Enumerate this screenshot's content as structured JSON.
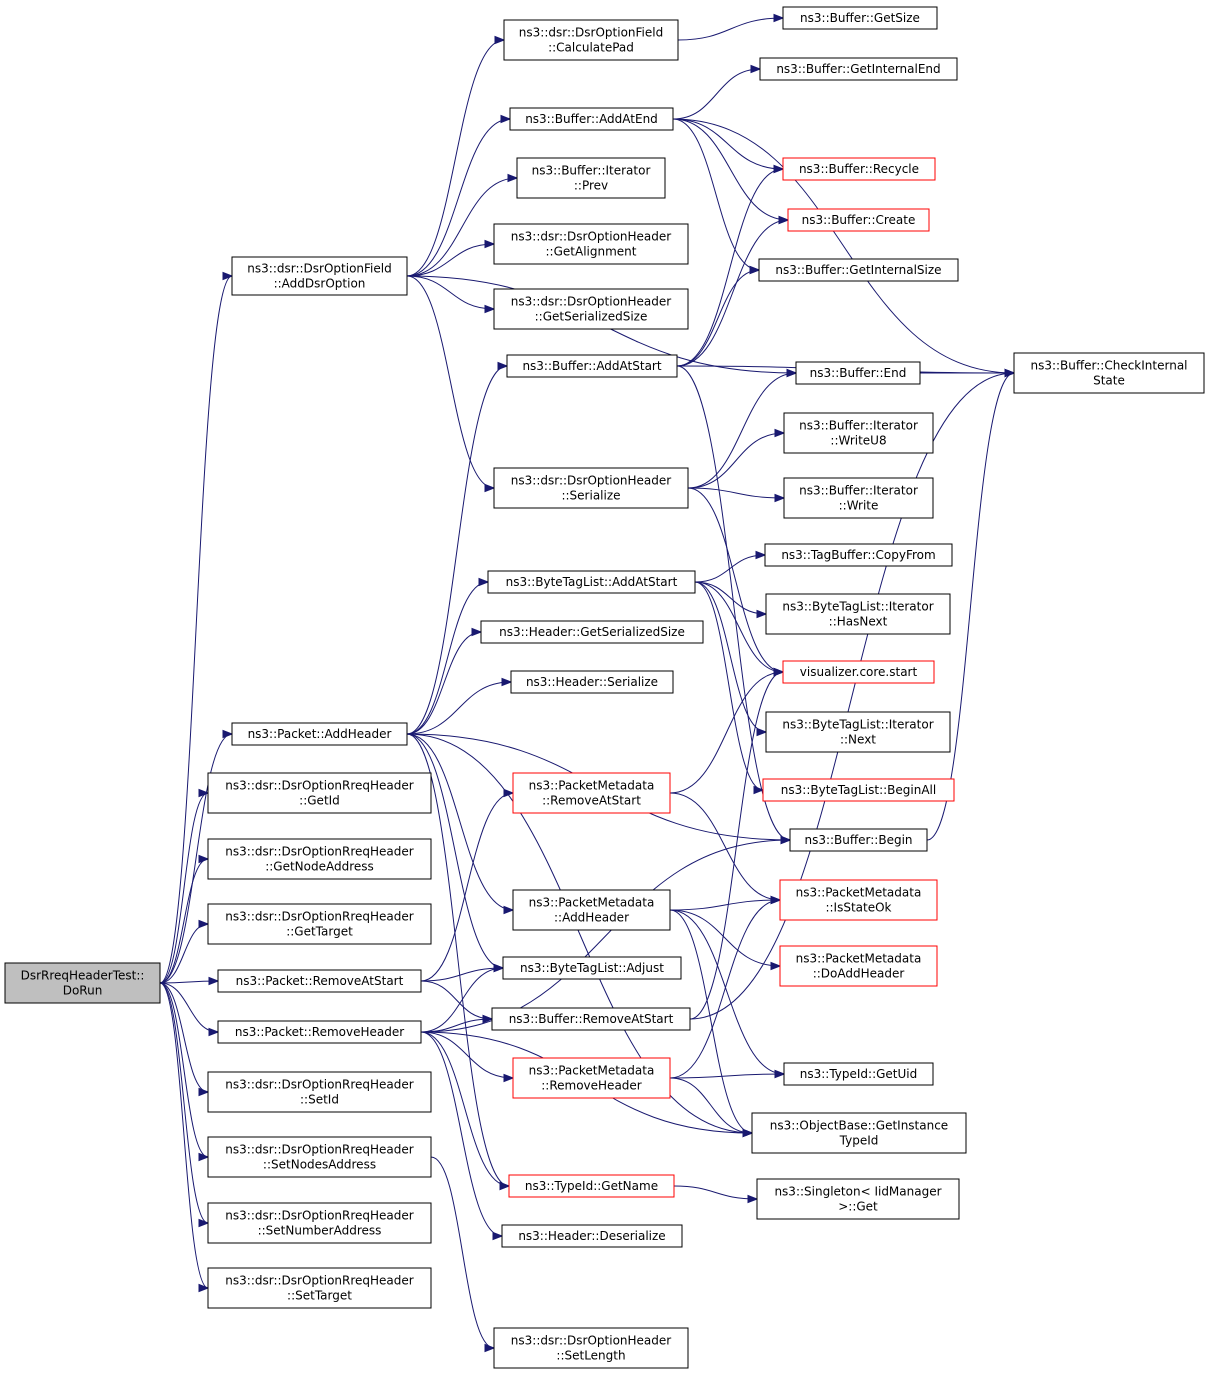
{
  "diagram": {
    "root": "DsrRreqHeaderTest::DoRun",
    "colors": {
      "edge": "#191970",
      "node_border": "#000000",
      "truncated_border": "#ff0000",
      "root_fill": "#bfbfbf"
    },
    "nodes": [
      {
        "id": "doRun",
        "lines": [
          "DsrRreqHeaderTest::",
          "DoRun"
        ],
        "style": "root"
      },
      {
        "id": "addDsrOption",
        "lines": [
          "ns3::dsr::DsrOptionField",
          "::AddDsrOption"
        ]
      },
      {
        "id": "addHeader",
        "lines": [
          "ns3::Packet::AddHeader"
        ]
      },
      {
        "id": "getId",
        "lines": [
          "ns3::dsr::DsrOptionRreqHeader",
          "::GetId"
        ]
      },
      {
        "id": "getNodeAddress",
        "lines": [
          "ns3::dsr::DsrOptionRreqHeader",
          "::GetNodeAddress"
        ]
      },
      {
        "id": "getTarget",
        "lines": [
          "ns3::dsr::DsrOptionRreqHeader",
          "::GetTarget"
        ]
      },
      {
        "id": "pktRemoveAtStart",
        "lines": [
          "ns3::Packet::RemoveAtStart"
        ]
      },
      {
        "id": "removeHeader",
        "lines": [
          "ns3::Packet::RemoveHeader"
        ]
      },
      {
        "id": "setId",
        "lines": [
          "ns3::dsr::DsrOptionRreqHeader",
          "::SetId"
        ]
      },
      {
        "id": "setNodesAddress",
        "lines": [
          "ns3::dsr::DsrOptionRreqHeader",
          "::SetNodesAddress"
        ]
      },
      {
        "id": "setNumberAddress",
        "lines": [
          "ns3::dsr::DsrOptionRreqHeader",
          "::SetNumberAddress"
        ]
      },
      {
        "id": "setTarget",
        "lines": [
          "ns3::dsr::DsrOptionRreqHeader",
          "::SetTarget"
        ]
      },
      {
        "id": "calculatePad",
        "lines": [
          "ns3::dsr::DsrOptionField",
          "::CalculatePad"
        ]
      },
      {
        "id": "addAtEnd",
        "lines": [
          "ns3::Buffer::AddAtEnd"
        ]
      },
      {
        "id": "iterPrev",
        "lines": [
          "ns3::Buffer::Iterator",
          "::Prev"
        ]
      },
      {
        "id": "getAlignment",
        "lines": [
          "ns3::dsr::DsrOptionHeader",
          "::GetAlignment"
        ]
      },
      {
        "id": "dsrGetSerializedSize",
        "lines": [
          "ns3::dsr::DsrOptionHeader",
          "::GetSerializedSize"
        ]
      },
      {
        "id": "bufAddAtStart",
        "lines": [
          "ns3::Buffer::AddAtStart"
        ]
      },
      {
        "id": "dsrSerialize",
        "lines": [
          "ns3::dsr::DsrOptionHeader",
          "::Serialize"
        ]
      },
      {
        "id": "btlAddAtStart",
        "lines": [
          "ns3::ByteTagList::AddAtStart"
        ]
      },
      {
        "id": "hdrGetSerializedSize",
        "lines": [
          "ns3::Header::GetSerializedSize"
        ]
      },
      {
        "id": "hdrSerialize",
        "lines": [
          "ns3::Header::Serialize"
        ]
      },
      {
        "id": "pmRemoveAtStart",
        "lines": [
          "ns3::PacketMetadata",
          "::RemoveAtStart"
        ],
        "style": "red"
      },
      {
        "id": "pmAddHeader",
        "lines": [
          "ns3::PacketMetadata",
          "::AddHeader"
        ]
      },
      {
        "id": "btlAdjust",
        "lines": [
          "ns3::ByteTagList::Adjust"
        ]
      },
      {
        "id": "bufRemoveAtStart",
        "lines": [
          "ns3::Buffer::RemoveAtStart"
        ]
      },
      {
        "id": "pmRemoveHeader",
        "lines": [
          "ns3::PacketMetadata",
          "::RemoveHeader"
        ],
        "style": "red"
      },
      {
        "id": "typeIdGetName",
        "lines": [
          "ns3::TypeId::GetName"
        ],
        "style": "red"
      },
      {
        "id": "hdrDeserialize",
        "lines": [
          "ns3::Header::Deserialize"
        ]
      },
      {
        "id": "setLength",
        "lines": [
          "ns3::dsr::DsrOptionHeader",
          "::SetLength"
        ]
      },
      {
        "id": "bufGetSize",
        "lines": [
          "ns3::Buffer::GetSize"
        ]
      },
      {
        "id": "getInternalEnd",
        "lines": [
          "ns3::Buffer::GetInternalEnd"
        ]
      },
      {
        "id": "recycle",
        "lines": [
          "ns3::Buffer::Recycle"
        ],
        "style": "red"
      },
      {
        "id": "create",
        "lines": [
          "ns3::Buffer::Create"
        ],
        "style": "red"
      },
      {
        "id": "getInternalSize",
        "lines": [
          "ns3::Buffer::GetInternalSize"
        ]
      },
      {
        "id": "bufEnd",
        "lines": [
          "ns3::Buffer::End"
        ]
      },
      {
        "id": "writeU8",
        "lines": [
          "ns3::Buffer::Iterator",
          "::WriteU8"
        ]
      },
      {
        "id": "iterWrite",
        "lines": [
          "ns3::Buffer::Iterator",
          "::Write"
        ]
      },
      {
        "id": "copyFrom",
        "lines": [
          "ns3::TagBuffer::CopyFrom"
        ]
      },
      {
        "id": "hasNext",
        "lines": [
          "ns3::ByteTagList::Iterator",
          "::HasNext"
        ]
      },
      {
        "id": "vizStart",
        "lines": [
          "visualizer.core.start"
        ],
        "style": "red"
      },
      {
        "id": "iterNext",
        "lines": [
          "ns3::ByteTagList::Iterator",
          "::Next"
        ]
      },
      {
        "id": "beginAll",
        "lines": [
          "ns3::ByteTagList::BeginAll"
        ],
        "style": "red"
      },
      {
        "id": "bufBegin",
        "lines": [
          "ns3::Buffer::Begin"
        ]
      },
      {
        "id": "isStateOk",
        "lines": [
          "ns3::PacketMetadata",
          "::IsStateOk"
        ],
        "style": "red"
      },
      {
        "id": "doAddHeader",
        "lines": [
          "ns3::PacketMetadata",
          "::DoAddHeader"
        ],
        "style": "red"
      },
      {
        "id": "getUid",
        "lines": [
          "ns3::TypeId::GetUid"
        ]
      },
      {
        "id": "getInstanceTypeId",
        "lines": [
          "ns3::ObjectBase::GetInstance",
          "TypeId"
        ]
      },
      {
        "id": "singletonGet",
        "lines": [
          "ns3::Singleton< IidManager",
          ">::Get"
        ]
      },
      {
        "id": "checkInternalState",
        "lines": [
          "ns3::Buffer::CheckInternal",
          "State"
        ]
      }
    ],
    "edges": [
      [
        "doRun",
        "addDsrOption"
      ],
      [
        "doRun",
        "addHeader"
      ],
      [
        "doRun",
        "getId"
      ],
      [
        "doRun",
        "getNodeAddress"
      ],
      [
        "doRun",
        "getTarget"
      ],
      [
        "doRun",
        "pktRemoveAtStart"
      ],
      [
        "doRun",
        "removeHeader"
      ],
      [
        "doRun",
        "setId"
      ],
      [
        "doRun",
        "setNodesAddress"
      ],
      [
        "doRun",
        "setNumberAddress"
      ],
      [
        "doRun",
        "setTarget"
      ],
      [
        "addDsrOption",
        "calculatePad"
      ],
      [
        "addDsrOption",
        "addAtEnd"
      ],
      [
        "addDsrOption",
        "iterPrev"
      ],
      [
        "addDsrOption",
        "getAlignment"
      ],
      [
        "addDsrOption",
        "dsrGetSerializedSize"
      ],
      [
        "addDsrOption",
        "dsrSerialize"
      ],
      [
        "addDsrOption",
        "bufEnd"
      ],
      [
        "calculatePad",
        "bufGetSize"
      ],
      [
        "addAtEnd",
        "getInternalEnd"
      ],
      [
        "addAtEnd",
        "recycle"
      ],
      [
        "addAtEnd",
        "create"
      ],
      [
        "addAtEnd",
        "getInternalSize"
      ],
      [
        "addAtEnd",
        "checkInternalState"
      ],
      [
        "bufAddAtStart",
        "recycle"
      ],
      [
        "bufAddAtStart",
        "create"
      ],
      [
        "bufAddAtStart",
        "getInternalSize"
      ],
      [
        "bufAddAtStart",
        "checkInternalState"
      ],
      [
        "bufAddAtStart",
        "bufBegin"
      ],
      [
        "bufEnd",
        "checkInternalState"
      ],
      [
        "bufBegin",
        "checkInternalState"
      ],
      [
        "dsrSerialize",
        "bufEnd"
      ],
      [
        "dsrSerialize",
        "writeU8"
      ],
      [
        "dsrSerialize",
        "iterWrite"
      ],
      [
        "dsrSerialize",
        "vizStart"
      ],
      [
        "btlAddAtStart",
        "copyFrom"
      ],
      [
        "btlAddAtStart",
        "hasNext"
      ],
      [
        "btlAddAtStart",
        "iterNext"
      ],
      [
        "btlAddAtStart",
        "beginAll"
      ],
      [
        "btlAddAtStart",
        "vizStart"
      ],
      [
        "addHeader",
        "bufAddAtStart"
      ],
      [
        "addHeader",
        "btlAddAtStart"
      ],
      [
        "addHeader",
        "hdrGetSerializedSize"
      ],
      [
        "addHeader",
        "hdrSerialize"
      ],
      [
        "addHeader",
        "bufBegin"
      ],
      [
        "addHeader",
        "pmAddHeader"
      ],
      [
        "addHeader",
        "btlAdjust"
      ],
      [
        "addHeader",
        "getInstanceTypeId"
      ],
      [
        "addHeader",
        "typeIdGetName"
      ],
      [
        "pktRemoveAtStart",
        "pmRemoveAtStart"
      ],
      [
        "pktRemoveAtStart",
        "btlAdjust"
      ],
      [
        "pktRemoveAtStart",
        "bufRemoveAtStart"
      ],
      [
        "removeHeader",
        "btlAdjust"
      ],
      [
        "removeHeader",
        "bufRemoveAtStart"
      ],
      [
        "removeHeader",
        "pmRemoveHeader"
      ],
      [
        "removeHeader",
        "typeIdGetName"
      ],
      [
        "removeHeader",
        "hdrDeserialize"
      ],
      [
        "removeHeader",
        "bufBegin"
      ],
      [
        "removeHeader",
        "getInstanceTypeId"
      ],
      [
        "pmRemoveAtStart",
        "vizStart"
      ],
      [
        "pmRemoveAtStart",
        "isStateOk"
      ],
      [
        "pmAddHeader",
        "isStateOk"
      ],
      [
        "pmAddHeader",
        "doAddHeader"
      ],
      [
        "pmAddHeader",
        "getUid"
      ],
      [
        "pmAddHeader",
        "getInstanceTypeId"
      ],
      [
        "pmRemoveHeader",
        "isStateOk"
      ],
      [
        "pmRemoveHeader",
        "getUid"
      ],
      [
        "pmRemoveHeader",
        "getInstanceTypeId"
      ],
      [
        "bufRemoveAtStart",
        "checkInternalState"
      ],
      [
        "bufRemoveAtStart",
        "vizStart"
      ],
      [
        "typeIdGetName",
        "singletonGet"
      ],
      [
        "setNodesAddress",
        "setLength"
      ]
    ]
  }
}
